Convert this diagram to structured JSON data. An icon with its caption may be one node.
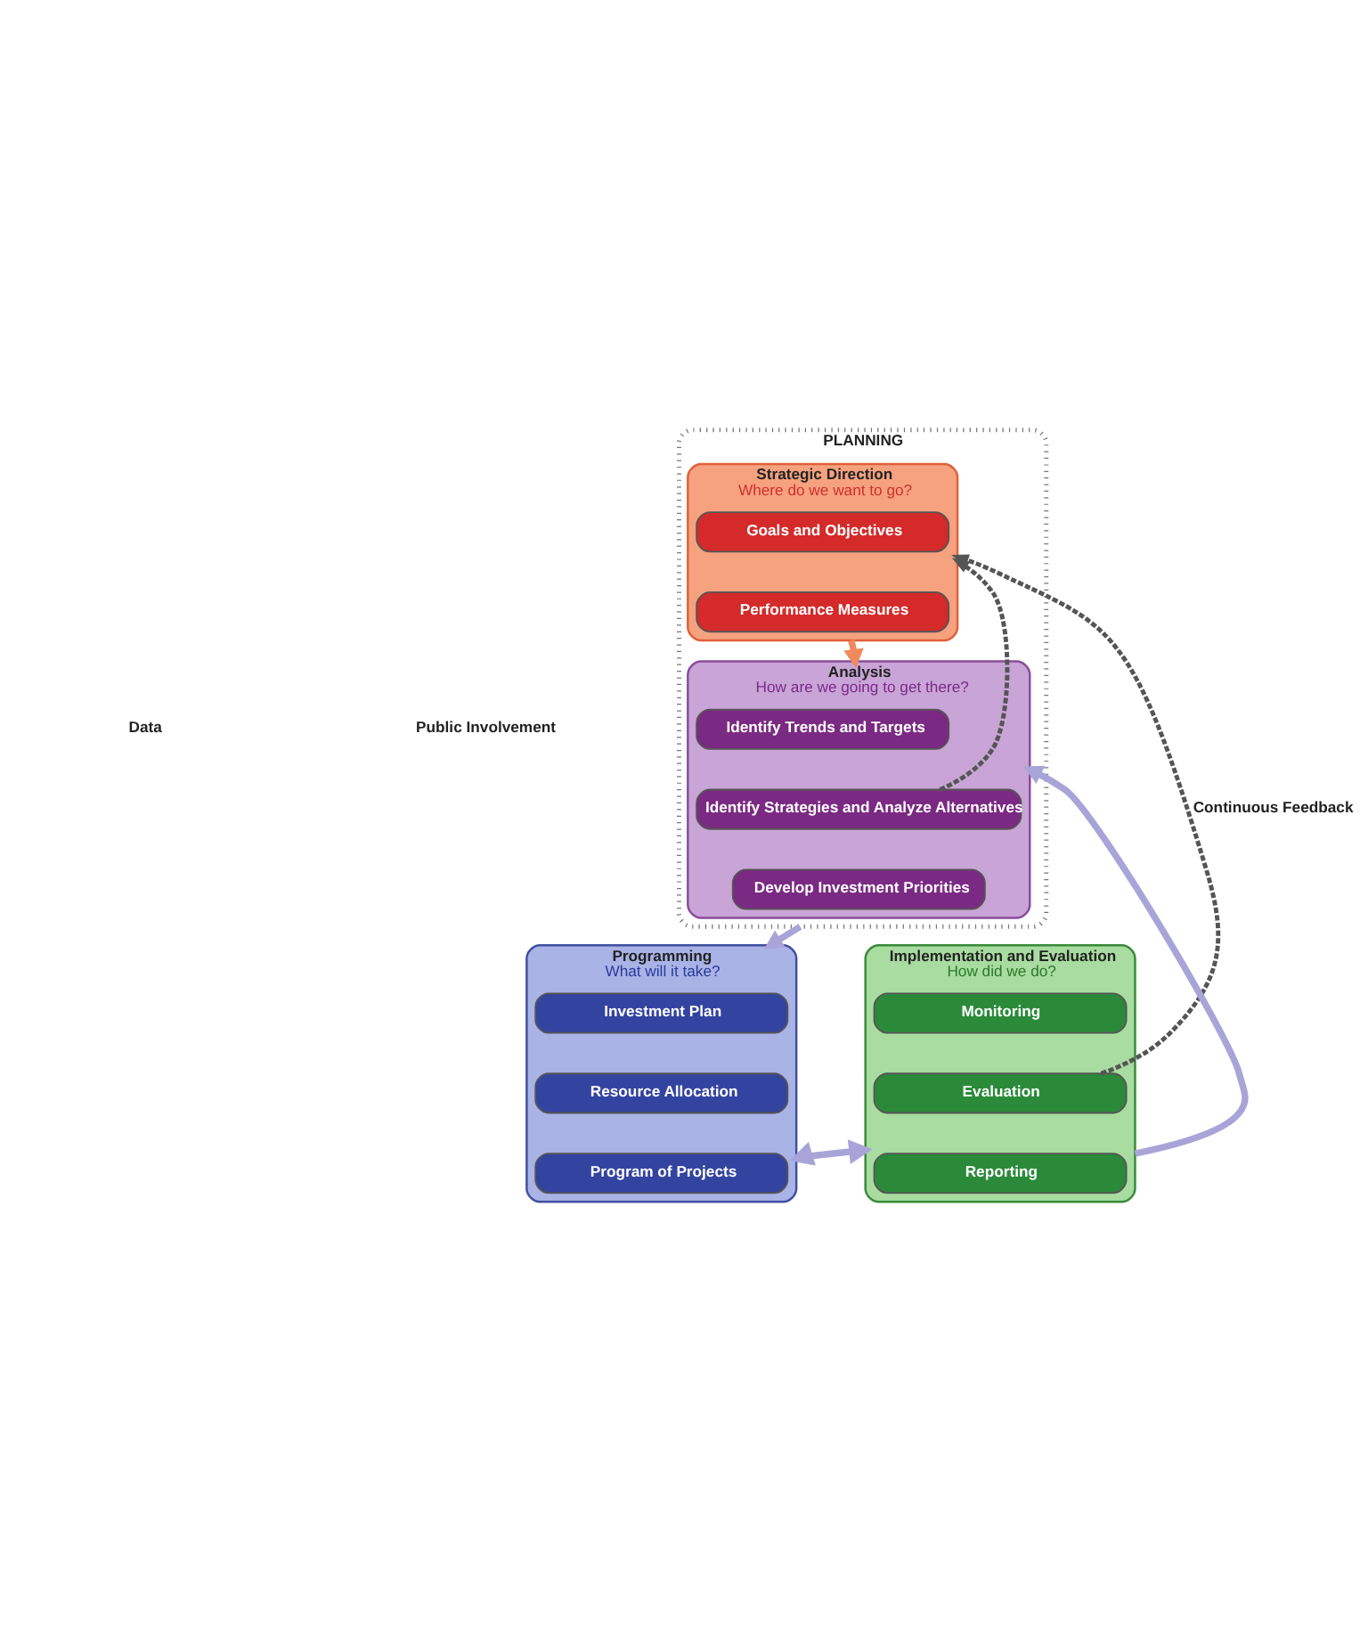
{
  "diagram": {
    "nodes": [
      {
        "text": [
          "PLANNING"
        ]
      },
      {
        "text": [
          "Strategic Direction",
          "Where do we want to go?"
        ],
        "in": 0
      },
      {
        "text": [
          "Goals and Objectives"
        ],
        "in": 1
      },
      {
        "text": [
          "Performance Measures"
        ],
        "in": 1
      },
      {
        "text": [
          "Analysis",
          "How are we going to get there?"
        ],
        "in": 0
      },
      {
        "text": [
          "Identify Trends and Targets"
        ],
        "in": 4
      },
      {
        "text": [
          "Identify Strategies and Analyze Alternatives"
        ],
        "in": 4
      },
      {
        "text": [
          "Develop Investment Priorities"
        ],
        "in": 4
      },
      {
        "text": [
          "Programming",
          "What will it take?"
        ]
      },
      {
        "text": [
          "Investment Plan"
        ],
        "in": 8
      },
      {
        "text": [
          "Resource Allocation"
        ],
        "in": 8
      },
      {
        "text": [
          "Program of Projects"
        ],
        "in": 8
      },
      {
        "text": [
          "Implementation and Evaluation",
          "How did we do?"
        ]
      },
      {
        "text": [
          "Monitoring"
        ],
        "in": 12
      },
      {
        "text": [
          "Evaluation"
        ],
        "in": 12
      },
      {
        "text": [
          "Reporting"
        ],
        "in": 12
      }
    ],
    "edges": [
      {
        "from": 1,
        "to": 4,
        "arrow": "to",
        "color": "#f08a5d"
      },
      {
        "from": 0,
        "to": 8,
        "arrow": "to"
      },
      {
        "from": 12,
        "to": 4,
        "arrow": "to"
      },
      {
        "from": 8,
        "to": 12,
        "arrow": "both"
      },
      {
        "from": 14,
        "to": 1,
        "arrow": "to",
        "style": "dashed",
        "color": "#555555",
        "label": "Continuous Feedback"
      },
      {
        "from": 6,
        "to": 1,
        "arrow": "to",
        "style": "dashed",
        "color": "#555555"
      }
    ],
    "labels": [
      "Data",
      "Public Involvement"
    ]
  }
}
